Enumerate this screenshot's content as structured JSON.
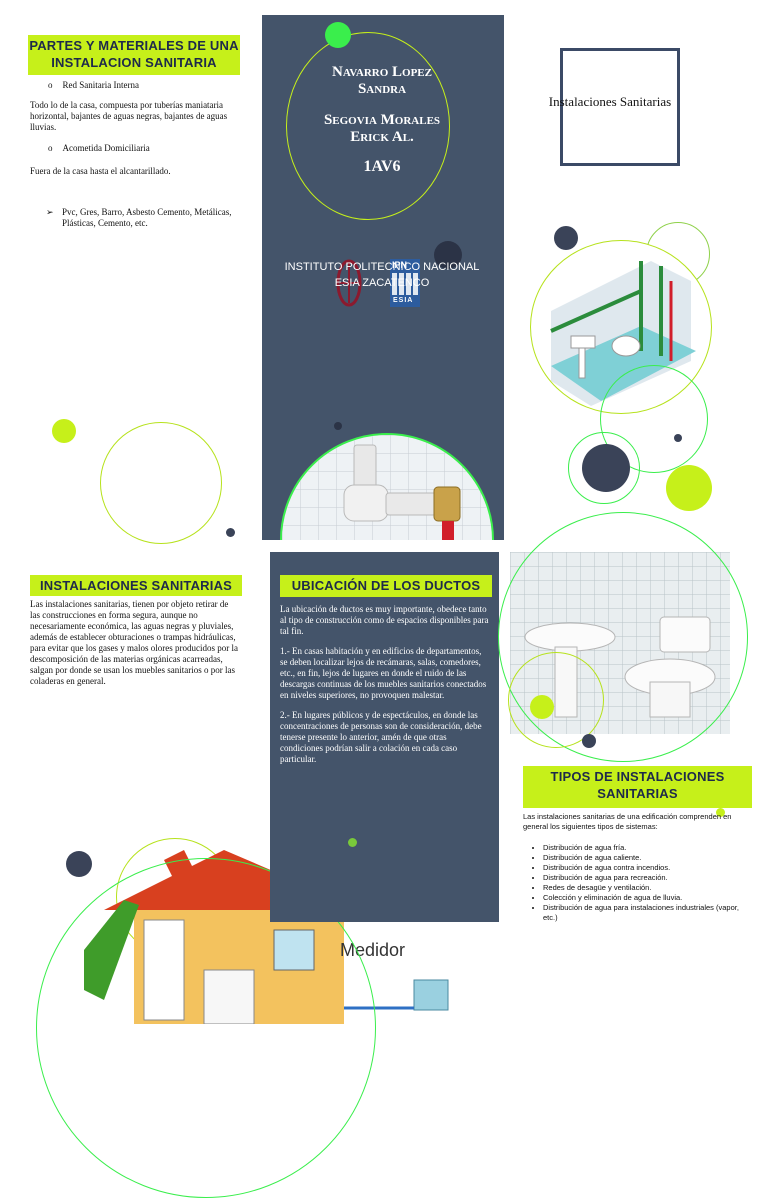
{
  "panel1": {
    "header": "PARTES Y MATERIALES DE UNA INSTALACION SANITARIA",
    "bullet1": "Red Sanitaria Interna",
    "text1": "Todo lo de la casa, compuesta por tuberías maniataria horizontal, bajantes de aguas negras, bajantes de aguas lluvias.",
    "bullet2": "Acometida Domiciliaria",
    "text2": "Fuera de la casa hasta el alcantarillado.",
    "materials": "Pvc, Gres, Barro, Asbesto Cemento, Metálicas, Plásticas, Cemento, etc."
  },
  "cover": {
    "author1_line1": "Navarro Lopez",
    "author1_line2": "Sandra",
    "author2_line1": "Segovia Morales",
    "author2_line2": "Erick Al.",
    "group": "1AV6",
    "institution_line1": "INSTITUTO POLITECNICO NACIONAL",
    "institution_line2": "ESIA ZACATENCO",
    "logo_ipn": "IPN",
    "logo_esia": "ESIA"
  },
  "title_box": {
    "title": "Instalaciones Sanitarias"
  },
  "panel4": {
    "header": "INSTALACIONES SANITARIAS",
    "body": "Las instalaciones sanitarias, tienen por objeto retirar de las construcciones en forma segura, aunque no necesariamente económica, las aguas negras y pluviales, además de establecer obturaciones o trampas hidráulicas, para evitar que los gases y malos olores producidos por la descomposición de las materias orgánicas acarreadas, salgan por donde se usan los muebles sanitarios o por las coladeras en general."
  },
  "panel5": {
    "header": "UBICACIÓN DE LOS DUCTOS",
    "p1": "La ubicación de ductos es muy importante, obedece tanto al tipo de construcción como de espacios disponibles para tal fin.",
    "p2": "1.- En casas habitación y en edificios de departamentos, se deben localizar lejos de recámaras, salas, comedores, etc., en fin, lejos de lugares en donde el ruido de las descargas continuas de los muebles sanitarios conectados en niveles superiores, no provoquen malestar.",
    "p3": "2.- En lugares públicos y de espectáculos, en donde las concentraciones de personas son de consideración, debe tenerse presente lo anterior, amén de que otras condiciones podrían salir a colación en cada caso particular."
  },
  "panel6": {
    "header": "TIPOS DE INSTALACIONES SANITARIAS",
    "intro": "Las instalaciones sanitarias de una edificación comprenden en general los siguientes tipos de sistemas:",
    "items": [
      "Distribución de agua fría.",
      "Distribución de agua caliente.",
      "Distribución de agua contra incendios.",
      "Distribución de agua para recreación.",
      "Redes de desagüe y ventilación.",
      "Colección y eliminación de agua de lluvia.",
      "Distribución de agua para instalaciones industriales (vapor, etc.)"
    ]
  },
  "house_illustration": {
    "meter_label": "Medidor"
  },
  "colors": {
    "accent": "#c6f01a",
    "panel": "#44546a",
    "dark_dot": "#3a4358",
    "title_navy": "#1e2a4a"
  }
}
